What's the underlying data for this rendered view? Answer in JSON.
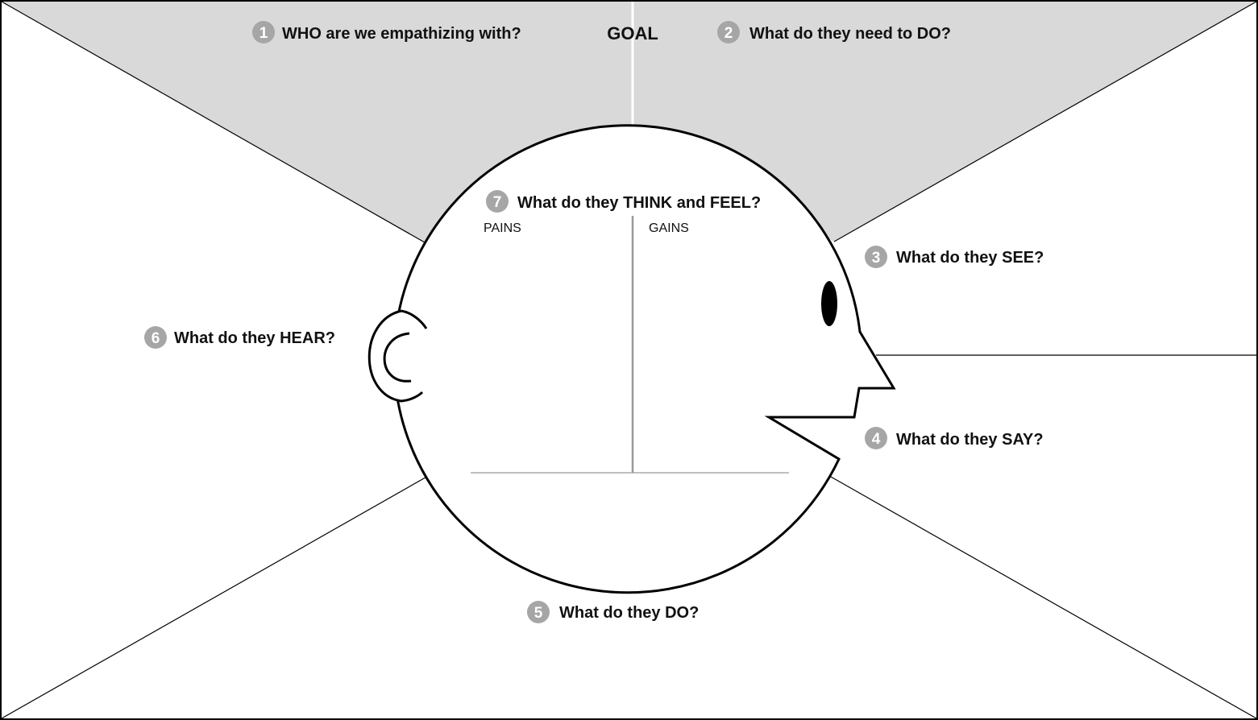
{
  "goal": {
    "label": "GOAL"
  },
  "sections": {
    "who": {
      "number": "1",
      "question": "WHO are we empathizing with?"
    },
    "do_need": {
      "number": "2",
      "question": "What do they need to DO?"
    },
    "see": {
      "number": "3",
      "question": "What do they SEE?"
    },
    "say": {
      "number": "4",
      "question": "What do they SAY?"
    },
    "do": {
      "number": "5",
      "question": "What do they DO?"
    },
    "hear": {
      "number": "6",
      "question": "What do they HEAR?"
    },
    "think": {
      "number": "7",
      "question": "What do they THINK and FEEL?"
    }
  },
  "think_feel": {
    "pains_label": "PAINS",
    "gains_label": "GAINS"
  },
  "colors": {
    "top_region": "#d9d9d9",
    "badge": "#a6a6a6",
    "goal_box": "#d9d9d9",
    "line": "#000000",
    "divider": "#999999"
  }
}
